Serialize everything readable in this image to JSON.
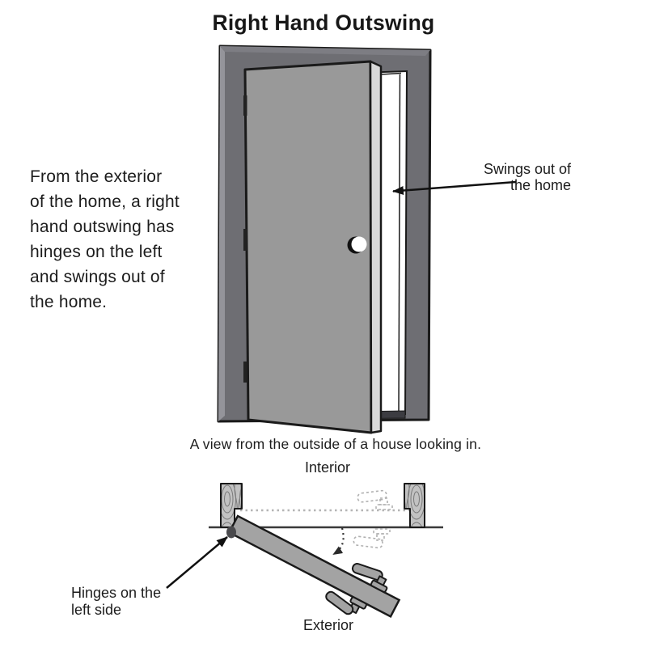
{
  "title": "Right Hand Outswing",
  "description": {
    "lines": {
      "0": "From the exterior",
      "1": "of the home, a right",
      "2": "hand outswing has",
      "3": "hinges on the left",
      "4": "and swings out of",
      "5": "the home."
    }
  },
  "main_diagram": {
    "caption": "A view from the outside of a house looking in.",
    "swing_label": {
      "lines": {
        "0": "Swings out of",
        "1": "the home"
      }
    }
  },
  "plan_diagram": {
    "interior_label": "Interior",
    "exterior_label": "Exterior",
    "hinge_label": {
      "lines": {
        "0": "Hinges on the",
        "1": "left side"
      }
    }
  },
  "colors": {
    "frame": "#6e6e73",
    "frame_bevel": "#94949a",
    "door": "#999999",
    "door_edge": "#d9d9d9",
    "sill": "#3c3c41",
    "plan_door": "#a3a3a3",
    "wood_base": "#c2c2c2",
    "wood_grain": "#7a7a7a",
    "ghost_gray": "#b5b5b5",
    "outline": "#1a1a1a",
    "text": "#1c1c1c"
  }
}
